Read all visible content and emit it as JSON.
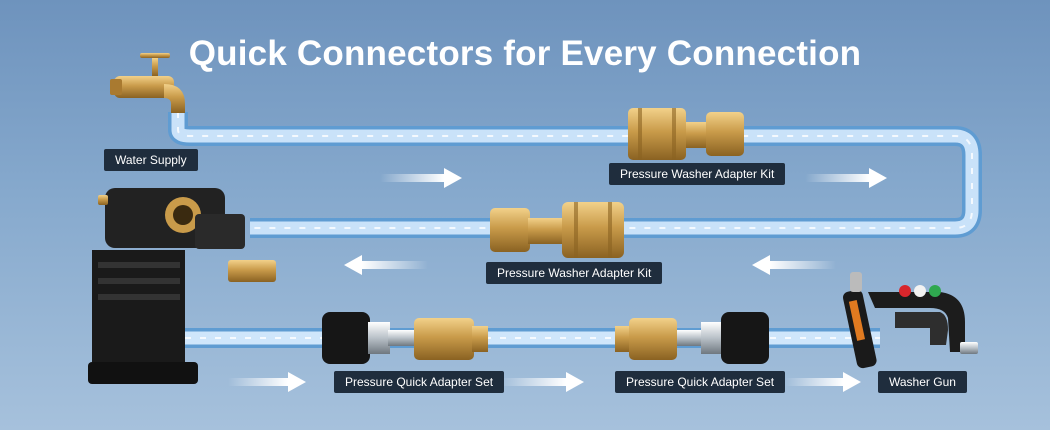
{
  "title": "Quick Connectors for Every Connection",
  "labels": {
    "water_supply": "Water Supply",
    "adapter_kit_top": "Pressure Washer Adapter Kit",
    "adapter_kit_middle": "Pressure Washer Adapter Kit",
    "quick_set_left": "Pressure Quick Adapter Set",
    "quick_set_right": "Pressure Quick Adapter Set",
    "washer_gun": "Washer Gun"
  },
  "colors": {
    "background_top": "#6e93bd",
    "background_bottom": "#a6c1dc",
    "hose": "#cfe6fb",
    "brass": "#c99b4a",
    "label_bg": "#1f2d3d",
    "nozzle_red": "#d8262c",
    "nozzle_green": "#2fa84f",
    "nozzle_white": "#f2f2f2"
  }
}
